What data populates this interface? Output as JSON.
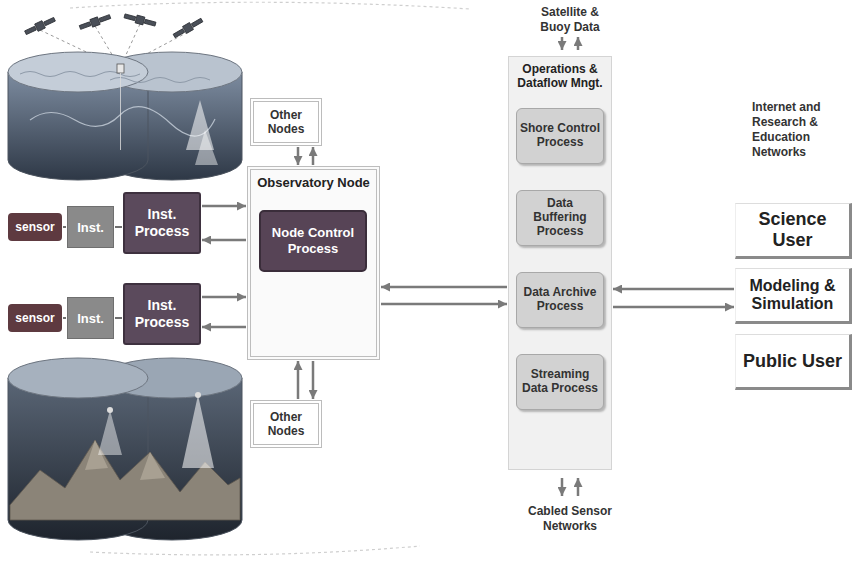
{
  "diagram": {
    "nodes": [
      {
        "text": [
          "Other Nodes"
        ]
      },
      {
        "text": [
          "sensor"
        ]
      },
      {
        "text": [
          "Inst."
        ]
      },
      {
        "text": [
          "Inst. Process"
        ]
      },
      {
        "text": [
          "sensor"
        ]
      },
      {
        "text": [
          "Inst."
        ]
      },
      {
        "text": [
          "Inst. Process"
        ]
      },
      {
        "text": [
          "Observatory Node"
        ]
      },
      {
        "text": [
          "Node Control Process"
        ],
        "in": 7
      },
      {
        "text": [
          "Other Nodes"
        ]
      },
      {
        "text": [
          "Operations & Dataflow Mngt."
        ]
      },
      {
        "text": [
          "Shore Control Process"
        ],
        "in": 10
      },
      {
        "text": [
          "Data Buffering Process"
        ],
        "in": 10
      },
      {
        "text": [
          "Data Archive Process"
        ],
        "in": 10
      },
      {
        "text": [
          "Streaming Data Process"
        ],
        "in": 10
      },
      {
        "text": [
          "Science User"
        ]
      },
      {
        "text": [
          "Modeling & Simulation"
        ]
      },
      {
        "text": [
          "Public User"
        ]
      }
    ],
    "edges": [
      {
        "from": 1,
        "to": 2,
        "arrow": "none"
      },
      {
        "from": 2,
        "to": 3,
        "arrow": "none"
      },
      {
        "from": 4,
        "to": 5,
        "arrow": "none"
      },
      {
        "from": 5,
        "to": 6,
        "arrow": "none"
      },
      {
        "from": 3,
        "to": 7,
        "arrow": "to"
      },
      {
        "from": 7,
        "to": 3,
        "arrow": "to"
      },
      {
        "from": 6,
        "to": 7,
        "arrow": "to"
      },
      {
        "from": 7,
        "to": 6,
        "arrow": "to"
      },
      {
        "from": 0,
        "to": 7,
        "arrow": "to"
      },
      {
        "from": 7,
        "to": 0,
        "arrow": "to"
      },
      {
        "from": 9,
        "to": 7,
        "arrow": "to"
      },
      {
        "from": 7,
        "to": 9,
        "arrow": "to"
      },
      {
        "from": 10,
        "to": 7,
        "arrow": "to"
      },
      {
        "from": 7,
        "to": 10,
        "arrow": "to"
      },
      {
        "from": 16,
        "to": 10,
        "arrow": "to"
      },
      {
        "from": 10,
        "to": 16,
        "arrow": "to"
      }
    ],
    "labels": [
      "Satellite & Buoy Data",
      "Cabled Sensor Networks",
      "Internet and Research & Education Networks"
    ]
  }
}
